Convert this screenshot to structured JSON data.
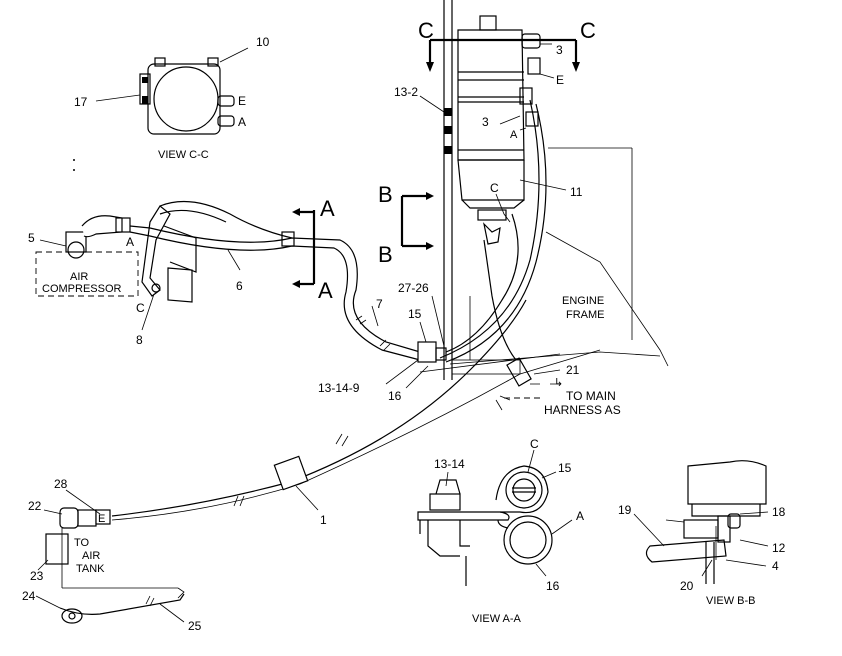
{
  "views": {
    "c_c": "VIEW C-C",
    "a_a": "VIEW A-A",
    "b_b": "VIEW B-B"
  },
  "section_markers": {
    "c": "C",
    "b": "B",
    "a": "A"
  },
  "components": {
    "air_compressor": [
      "AIR",
      "COMPRESSOR"
    ],
    "engine_frame": [
      "ENGINE",
      "FRAME"
    ],
    "to_main_harness": [
      "TO MAIN",
      "HARNESS AS"
    ],
    "to_air_tank": [
      "TO",
      "AIR",
      "TANK"
    ]
  },
  "port_letters": {
    "a": "A",
    "c": "C",
    "e": "E"
  },
  "callouts": {
    "n1": "1",
    "n3": "3",
    "n4": "4",
    "n5": "5",
    "n6": "6",
    "n7": "7",
    "n8": "8",
    "n10": "10",
    "n11": "11",
    "n12": "12",
    "n13_2": "13-2",
    "n13_14": "13-14",
    "n13_14_9": "13-14-9",
    "n15": "15",
    "n16": "16",
    "n17": "17",
    "n18": "18",
    "n19": "19",
    "n20": "20",
    "n21": "21",
    "n22": "22",
    "n23": "23",
    "n24": "24",
    "n25": "25",
    "n27_26": "27-26",
    "n28": "28"
  }
}
